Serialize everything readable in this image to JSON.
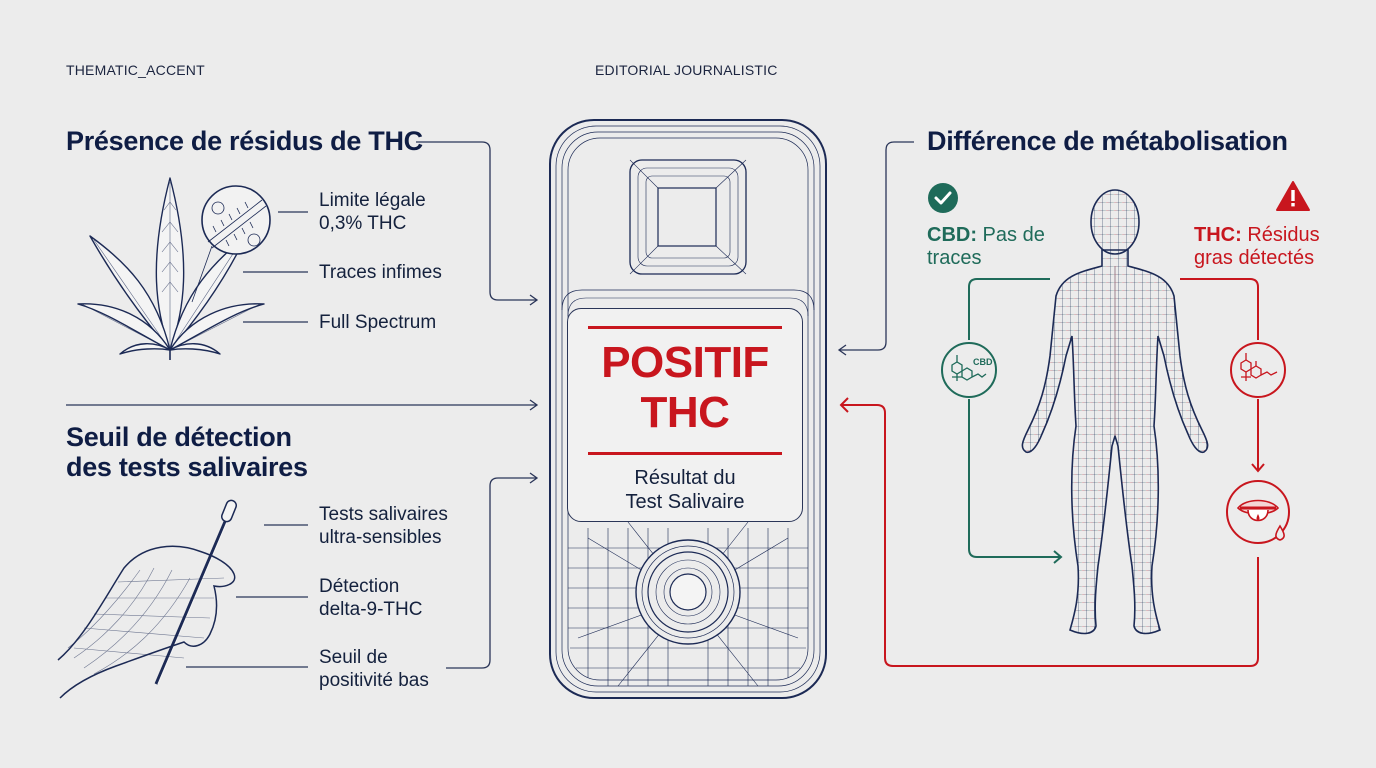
{
  "header": {
    "left_tag": "THEMATIC_ACCENT",
    "center_tag": "EDITORIAL JOURNALISTIC"
  },
  "left_top": {
    "title": "Présence de résidus de THC",
    "labels": [
      {
        "line1": "Limite légale",
        "line2": "0,3% THC"
      },
      {
        "line1": "Traces infimes",
        "line2": ""
      },
      {
        "line1": "Full Spectrum",
        "line2": ""
      }
    ],
    "illustration": "cannabis-leaf-icon"
  },
  "left_bottom": {
    "title_line1": "Seuil de détection",
    "title_line2": "des tests salivaires",
    "labels": [
      {
        "line1": "Tests salivaires",
        "line2": "ultra-sensibles"
      },
      {
        "line1": "Détection",
        "line2": "delta-9-THC"
      },
      {
        "line1": "Seuil de",
        "line2": "positivité bas"
      }
    ],
    "illustration": "hand-swab-icon"
  },
  "center": {
    "result_line1": "POSITIF",
    "result_line2": "THC",
    "caption_line1": "Résultat du",
    "caption_line2": "Test Salivaire",
    "illustration": "saliva-test-device-icon"
  },
  "right": {
    "title": "Différence de métabolisation",
    "cbd": {
      "label_bold": "CBD:",
      "label_rest": " Pas de",
      "line2": "traces",
      "icon": "check-circle-icon",
      "molecule_label": "CBD"
    },
    "thc": {
      "label_bold": "THC:",
      "label_rest": " Résidus",
      "line2": "gras détectés",
      "icon": "warning-triangle-icon"
    },
    "illustration": "human-body-wireframe-icon"
  },
  "colors": {
    "navy": "#0f1d44",
    "red": "#c8161e",
    "green": "#1f6b5a",
    "background": "#ececec"
  }
}
